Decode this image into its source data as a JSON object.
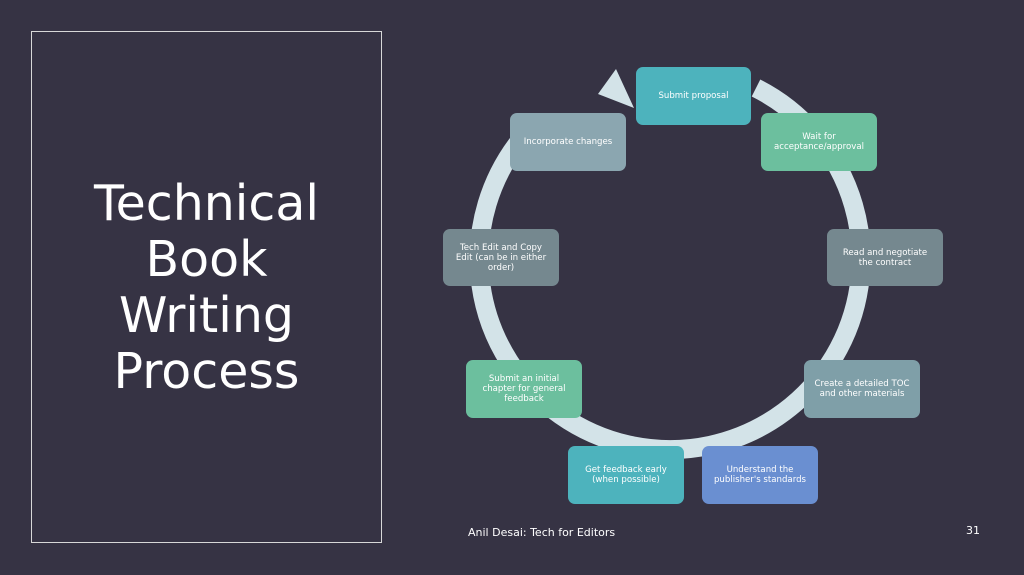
{
  "title": {
    "lines": [
      "Technical",
      "Book",
      "Writing",
      "Process"
    ]
  },
  "cycle": {
    "steps": [
      {
        "label": "Submit proposal",
        "color": "#4db3bd"
      },
      {
        "label": "Wait for acceptance/approval",
        "color": "#6cbf9e"
      },
      {
        "label": "Read and negotiate the contract",
        "color": "#75888f"
      },
      {
        "label": "Create a detailed TOC and other materials",
        "color": "#7f9fa8"
      },
      {
        "label": "Understand the publisher's standards",
        "color": "#6a8fd1"
      },
      {
        "label": "Get feedback early (when possible)",
        "color": "#4db3bd"
      },
      {
        "label": "Submit an initial chapter for general feedback",
        "color": "#6cbf9e"
      },
      {
        "label": "Tech Edit and Copy Edit (can be in either order)",
        "color": "#75888f"
      },
      {
        "label": "Incorporate changes",
        "color": "#8ba6b0"
      }
    ],
    "ring_color": "#d3e3e8"
  },
  "footer": {
    "text": "Anil Desai: Tech for Editors",
    "page_number": "31"
  }
}
